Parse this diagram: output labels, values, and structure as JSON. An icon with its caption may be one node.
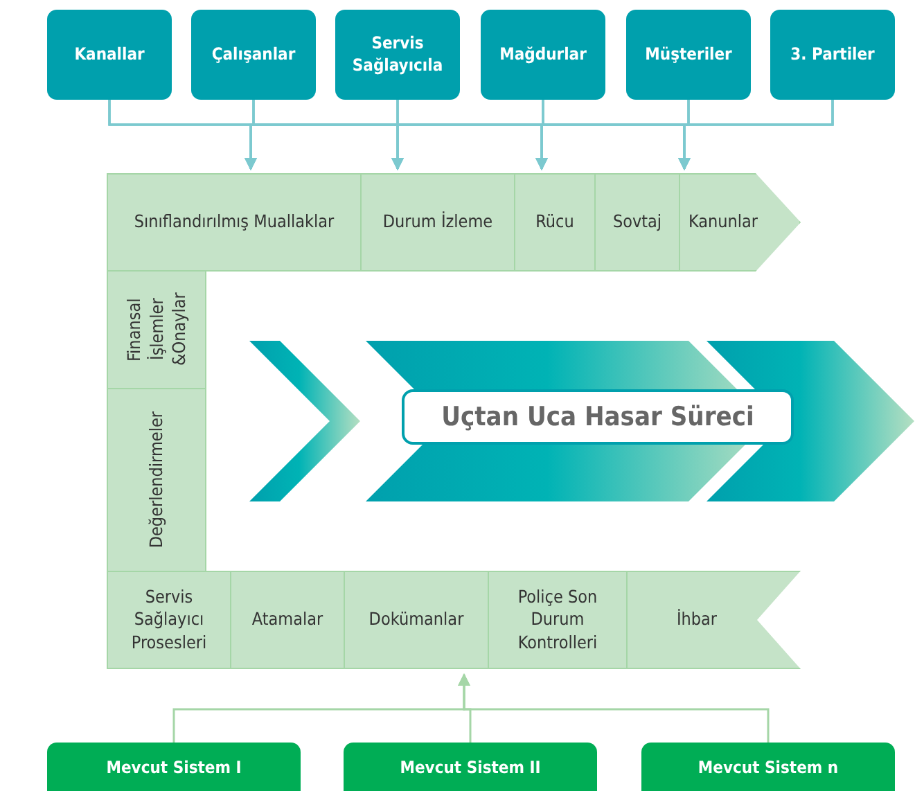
{
  "diagram": {
    "nodes": [
      {
        "text": [
          "Kanallar"
        ]
      },
      {
        "text": [
          "Çalışanlar"
        ]
      },
      {
        "text": [
          "Servis Sağlayıcıla"
        ]
      },
      {
        "text": [
          "Mağdurlar"
        ]
      },
      {
        "text": [
          "Müşteriler"
        ]
      },
      {
        "text": [
          "3. Partiler"
        ]
      },
      {
        "text": [
          "Sınıflandırılmış Muallaklar"
        ]
      },
      {
        "text": [
          "Durum İzleme"
        ]
      },
      {
        "text": [
          "Rücu"
        ]
      },
      {
        "text": [
          "Sovtaj"
        ]
      },
      {
        "text": [
          "Kanunlar"
        ]
      },
      {
        "text": [
          "Finansal İşlemler &Onaylar"
        ]
      },
      {
        "text": [
          "Değerlendirmeler"
        ]
      },
      {
        "text": [
          "Servis Sağlayıcı Prosesleri"
        ]
      },
      {
        "text": [
          "Atamalar"
        ]
      },
      {
        "text": [
          "Dokümanlar"
        ]
      },
      {
        "text": [
          "Poliçe Son Durum Kontrolleri"
        ]
      },
      {
        "text": [
          "İhbar"
        ]
      },
      {
        "text": [
          "Uçtan Uca Hasar Süreci"
        ]
      },
      {
        "text": [
          "Mevcut Sistem I"
        ]
      },
      {
        "text": [
          "Mevcut Sistem II"
        ]
      },
      {
        "text": [
          "Mevcut Sistem n"
        ]
      }
    ],
    "edges": [
      {
        "from": 0,
        "to": 6,
        "arrow": "to"
      },
      {
        "from": 0,
        "to": 7,
        "arrow": "to"
      },
      {
        "from": 0,
        "to": 8,
        "arrow": "to"
      },
      {
        "from": 0,
        "to": 10,
        "arrow": "to"
      },
      {
        "from": 1,
        "to": 6,
        "arrow": "to"
      },
      {
        "from": 1,
        "to": 7,
        "arrow": "to"
      },
      {
        "from": 1,
        "to": 8,
        "arrow": "to"
      },
      {
        "from": 1,
        "to": 10,
        "arrow": "to"
      },
      {
        "from": 2,
        "to": 6,
        "arrow": "to"
      },
      {
        "from": 2,
        "to": 7,
        "arrow": "to"
      },
      {
        "from": 2,
        "to": 8,
        "arrow": "to"
      },
      {
        "from": 2,
        "to": 10,
        "arrow": "to"
      },
      {
        "from": 3,
        "to": 6,
        "arrow": "to"
      },
      {
        "from": 3,
        "to": 7,
        "arrow": "to"
      },
      {
        "from": 3,
        "to": 8,
        "arrow": "to"
      },
      {
        "from": 3,
        "to": 10,
        "arrow": "to"
      },
      {
        "from": 4,
        "to": 6,
        "arrow": "to"
      },
      {
        "from": 4,
        "to": 7,
        "arrow": "to"
      },
      {
        "from": 4,
        "to": 8,
        "arrow": "to"
      },
      {
        "from": 4,
        "to": 10,
        "arrow": "to"
      },
      {
        "from": 5,
        "to": 6,
        "arrow": "to"
      },
      {
        "from": 5,
        "to": 7,
        "arrow": "to"
      },
      {
        "from": 5,
        "to": 8,
        "arrow": "to"
      },
      {
        "from": 5,
        "to": 10,
        "arrow": "to"
      },
      {
        "from": 19,
        "to": 15,
        "arrow": "to",
        "color": "#a5d6a7"
      },
      {
        "from": 20,
        "to": 15,
        "arrow": "to",
        "color": "#a5d6a7"
      },
      {
        "from": 21,
        "to": 15,
        "arrow": "to",
        "color": "#a5d6a7"
      }
    ]
  }
}
